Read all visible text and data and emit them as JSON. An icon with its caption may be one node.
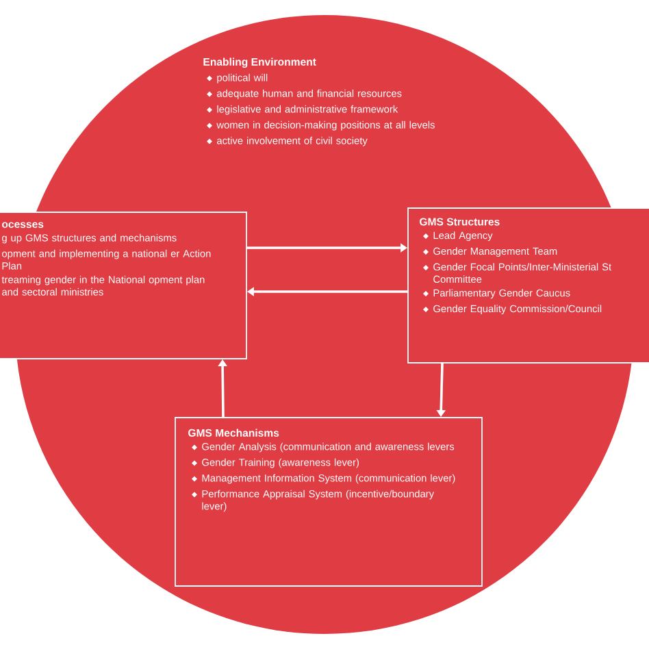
{
  "diagram": {
    "nodes": [
      {
        "text": [
          "Enabling Environment",
          "political will",
          "adequate human and financial resources",
          "legislative and administrative framework",
          "women in decision-making positions at all levels",
          "active involvement of civil society"
        ]
      },
      {
        "text": [
          "ocesses",
          "g up GMS structures and mechanisms",
          "opment and implementing a national er Action Plan",
          "treaming gender in the National opment plan and sectoral ministries"
        ]
      },
      {
        "text": [
          "GMS Structures",
          "Lead Agency",
          "Gender Management Team",
          "Gender Focal Points/Inter-Ministerial St Committee",
          "Parliamentary Gender Caucus",
          "Gender Equality Commission/Council"
        ]
      },
      {
        "text": [
          "GMS Mechanisms",
          "Gender Analysis (communication and awareness levers",
          "Gender Training (awareness lever)",
          "Management Information System (communication lever)",
          "Performance Appraisal System (incentive/boundary lever)"
        ],
        "in": 0
      }
    ],
    "edges": [
      {
        "from": 1,
        "to": 2,
        "arrow": "to"
      },
      {
        "from": 2,
        "to": 1,
        "arrow": "to"
      },
      {
        "from": 3,
        "to": 1,
        "arrow": "to"
      },
      {
        "from": 2,
        "to": 3,
        "arrow": "to"
      }
    ]
  }
}
